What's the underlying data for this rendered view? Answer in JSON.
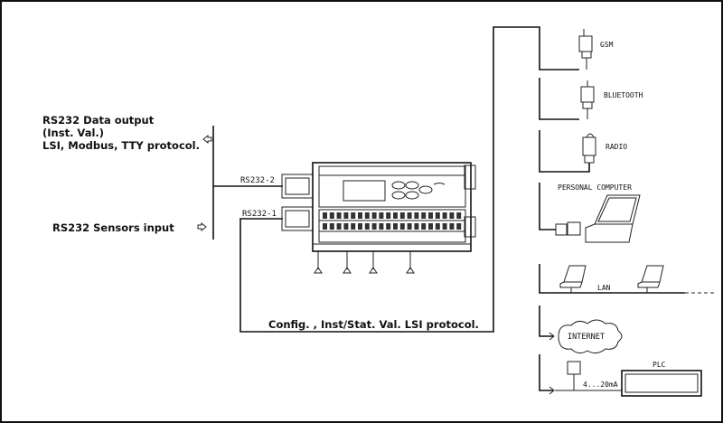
{
  "left": {
    "data_output_title": "RS232 Data output",
    "data_output_sub": "(Inst. Val.)",
    "data_output_protocols": "LSI, Modbus, TTY protocol.",
    "sensors_input": "RS232 Sensors input"
  },
  "ports": {
    "port2": "RS232-2",
    "port1": "RS232-1"
  },
  "bottom_label": "Config. , Inst/Stat. Val. LSI protocol.",
  "devices": {
    "gsm": "GSM",
    "bluetooth": "BLUETOOTH",
    "radio": "RADIO",
    "pc": "PERSONAL COMPUTER",
    "lan": "LAN",
    "internet": "INTERNET",
    "plc": "PLC",
    "current": "4...20mA"
  }
}
